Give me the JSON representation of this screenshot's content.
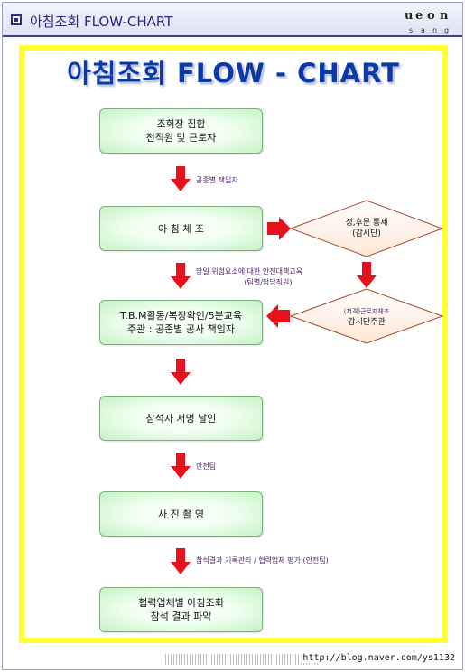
{
  "header": {
    "title": "아침조회 FLOW-CHART",
    "logo_text": [
      "u",
      "e",
      "o",
      "n",
      "s",
      "a",
      "n",
      "g"
    ]
  },
  "main_title": "아침조회 FLOW - CHART",
  "steps": [
    {
      "lines": [
        "조회장 집합",
        "전직원 및 근로자"
      ]
    },
    {
      "lines": [
        "아 침 체 조"
      ]
    },
    {
      "lines": [
        "T.B.M활동/복장확인/5분교육",
        "주관 : 공종별 공사 책임자"
      ]
    },
    {
      "lines": [
        "참석자 서명 날인"
      ]
    },
    {
      "lines": [
        "사 진 촬 영"
      ]
    },
    {
      "lines": [
        "협력업체별 아침조회",
        "참석 결과 파악"
      ]
    }
  ],
  "arrow_labels": [
    {
      "lines": [
        "공종별 책임자"
      ]
    },
    {
      "lines": [
        "당일 위험요소에 대한 안전대책교육",
        "(팀별/담당직원)"
      ]
    },
    {
      "lines": [
        ""
      ]
    },
    {
      "lines": [
        "안전팀"
      ]
    },
    {
      "lines": [
        "참석결과 기록관리 / 협력업체 평가 (안전팀)"
      ]
    }
  ],
  "side": {
    "diamond_top": {
      "lines": [
        "정,후문 통제",
        "(감시단)"
      ]
    },
    "diamond_bottom": {
      "small": "(저격)근로자체조",
      "main": "감시단주관"
    }
  },
  "colors": {
    "arrow_red": "#e8101a",
    "title_blue": "#0b3aa8",
    "frame_yellow": "#ffff2e",
    "box_green": "#c5f2c5",
    "diamond_fill": "#fff6ee",
    "diamond_stroke": "#a54a2a"
  },
  "footer": {
    "url": "http://blog.naver.com/ys1132"
  }
}
